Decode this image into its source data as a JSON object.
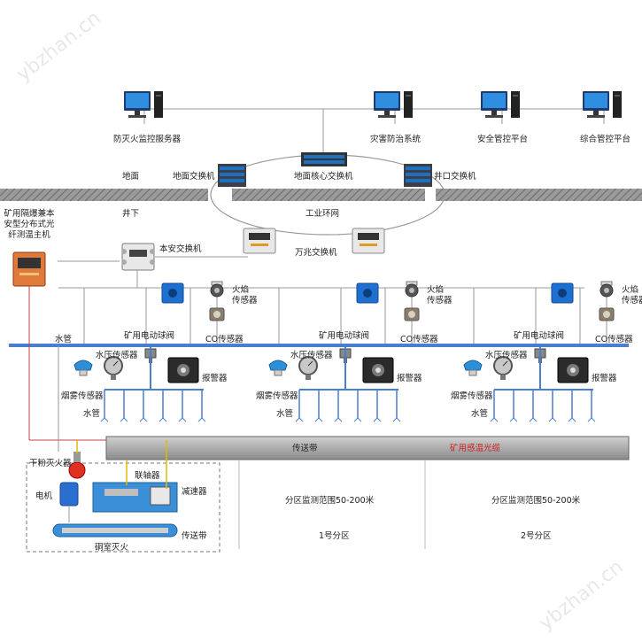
{
  "watermark": "ybzhan.cn",
  "labels": {
    "fire_server": "防灭火监控服务器",
    "disaster_system": "灾害防治系统",
    "safety_platform": "安全管控平台",
    "integrated_platform": "综合管控平台",
    "ground": "地面",
    "underground": "井下",
    "ground_switch": "地面交换机",
    "ground_core_switch": "地面核心交换机",
    "shaft_switch": "井口交换机",
    "industrial_ring": "工业环网",
    "gigabit_switch": "万兆交换机",
    "host": "矿用隔爆兼本安型分布式光纤测温主机",
    "ia_switch": "本安交换机",
    "flame_sensor_1": "火焰",
    "flame_sensor_2": "传感器",
    "co_sensor": "CO传感器",
    "valve": "矿用电动球阀",
    "water_pipe": "水管",
    "pressure_sensor": "水压传感器",
    "smoke_sensor": "烟雾传感器",
    "alarm": "报警器",
    "conveyor": "传送带",
    "fiber_cable": "矿用感温光缆",
    "dry_powder": "干粉灭火器",
    "motor": "电机",
    "coupling": "联轴器",
    "reducer": "减速器",
    "chamber_fire": "硐室灭火",
    "zone_range": "分区监测范围50-200米",
    "zone_1": "1号分区",
    "zone_2": "2号分区"
  },
  "colors": {
    "network_line": "#9a9a9a",
    "water_pipe": "#4a7fd0",
    "red_line": "#c84040",
    "yellow_line": "#e8b800",
    "ground_bar": "#8a8a8a",
    "conveyor": "#9a9a9a",
    "alarm_accent": "#2a8bd8"
  }
}
